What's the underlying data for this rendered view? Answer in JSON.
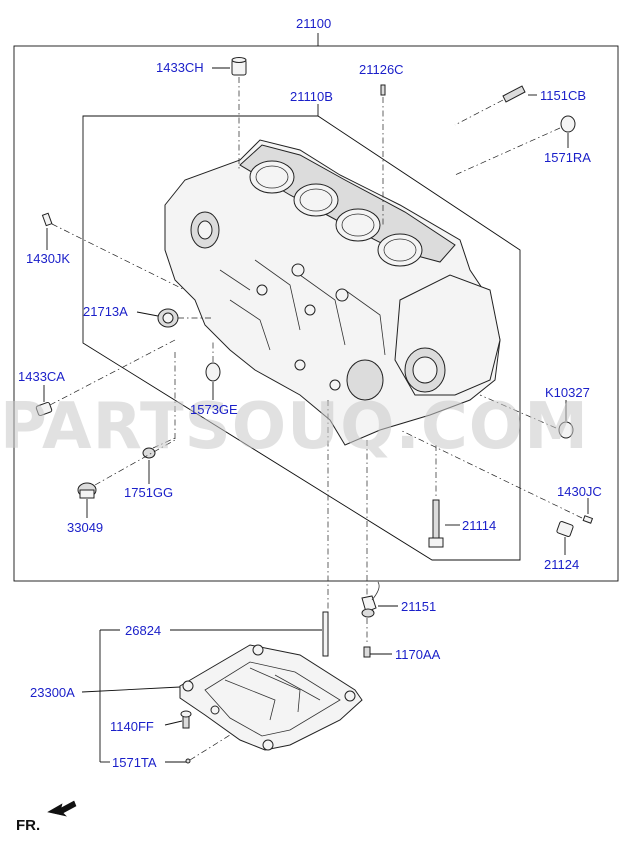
{
  "labels": {
    "main_assembly": "21100",
    "block": "21110B",
    "p1433CH": "1433CH",
    "p21126C": "21126C",
    "p1151CB": "1151CB",
    "p1571RA": "1571RA",
    "p1430JK": "1430JK",
    "p21713A": "21713A",
    "p1433CA": "1433CA",
    "p1573GE": "1573GE",
    "pK10327": "K10327",
    "p1751GG": "1751GG",
    "p1430JC": "1430JC",
    "p33049": "33049",
    "p21114": "21114",
    "p21124": "21124",
    "p21151": "21151",
    "p26824": "26824",
    "p1170AA": "1170AA",
    "p23300A": "23300A",
    "p1140FF": "1140FF",
    "p1571TA": "1571TA"
  },
  "direction_label": "FR.",
  "watermark": "PARTSOUQ.COM",
  "colors": {
    "label": "#1a1fc9",
    "line": "#111111",
    "watermark": "#c9c9c9"
  }
}
